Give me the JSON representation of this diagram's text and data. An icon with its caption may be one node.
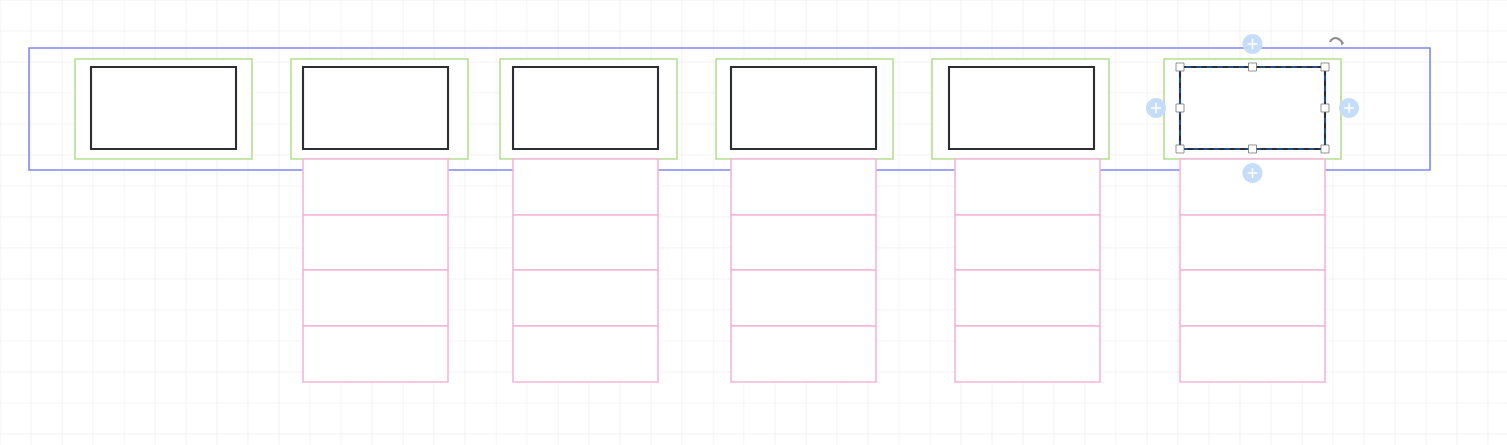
{
  "diagram": {
    "nodes": [
      {
        "text": [],
        "shape": "box"
      },
      {
        "text": [],
        "shape": "box",
        "in": 0
      },
      {
        "text": [],
        "shape": "box",
        "in": 1
      },
      {
        "text": [],
        "shape": "box",
        "in": 0
      },
      {
        "text": [],
        "shape": "box",
        "in": 3
      },
      {
        "text": [],
        "shape": "box",
        "in": 0
      },
      {
        "text": [],
        "shape": "box",
        "in": 5
      },
      {
        "text": [],
        "shape": "box",
        "in": 0
      },
      {
        "text": [],
        "shape": "box",
        "in": 7
      },
      {
        "text": [],
        "shape": "box",
        "in": 0
      },
      {
        "text": [],
        "shape": "box",
        "in": 9
      },
      {
        "text": [],
        "shape": "box",
        "in": 0
      },
      {
        "text": [],
        "shape": "box",
        "in": 11
      },
      {
        "text": [],
        "shape": "box"
      },
      {
        "text": [],
        "shape": "box"
      },
      {
        "text": [],
        "shape": "box"
      },
      {
        "text": [],
        "shape": "box"
      },
      {
        "text": [],
        "shape": "box"
      },
      {
        "text": [],
        "shape": "box"
      },
      {
        "text": [],
        "shape": "box"
      },
      {
        "text": [],
        "shape": "box"
      },
      {
        "text": [],
        "shape": "box"
      },
      {
        "text": [],
        "shape": "box"
      },
      {
        "text": [],
        "shape": "box"
      },
      {
        "text": [],
        "shape": "box"
      },
      {
        "text": [],
        "shape": "box"
      },
      {
        "text": [],
        "shape": "box"
      },
      {
        "text": [],
        "shape": "box"
      },
      {
        "text": [],
        "shape": "box"
      },
      {
        "text": [],
        "shape": "box"
      },
      {
        "text": [],
        "shape": "box"
      },
      {
        "text": [],
        "shape": "box"
      },
      {
        "text": [],
        "shape": "box"
      }
    ]
  }
}
